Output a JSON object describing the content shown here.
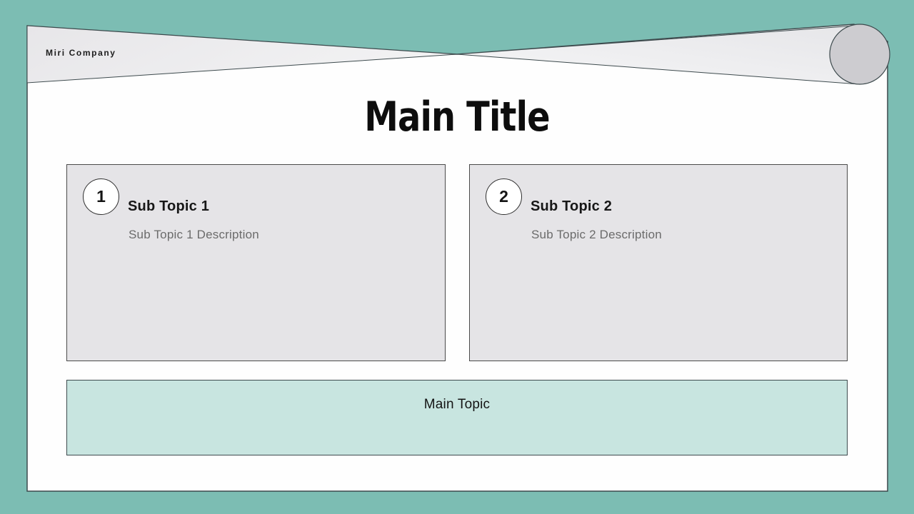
{
  "slide": {
    "brand": "Miri Company",
    "title": "Main Title",
    "subtopics": [
      {
        "number": "1",
        "title": "Sub Topic 1",
        "description": "Sub Topic 1 Description"
      },
      {
        "number": "2",
        "title": "Sub Topic 2",
        "description": "Sub Topic 2 Description"
      }
    ],
    "main_topic": "Main Topic"
  },
  "icons": [
    {
      "name": "ribbon-left-wedge",
      "shape": "triangle"
    },
    {
      "name": "ribbon-cone",
      "shape": "cone"
    },
    {
      "name": "ribbon-knob",
      "shape": "circle"
    }
  ],
  "colors": {
    "background": "#7cbdb3",
    "panel": "#fefefe",
    "panel_border": "#3d4a4d",
    "card_fill": "#e5e4e7",
    "card_border": "#4a4a4a",
    "main_topic_fill": "#c8e5e0",
    "ribbon_fill": "#ecebed",
    "knob_fill": "#cdccd0",
    "text_dark": "#141414",
    "text_muted": "#6b6b6b"
  }
}
